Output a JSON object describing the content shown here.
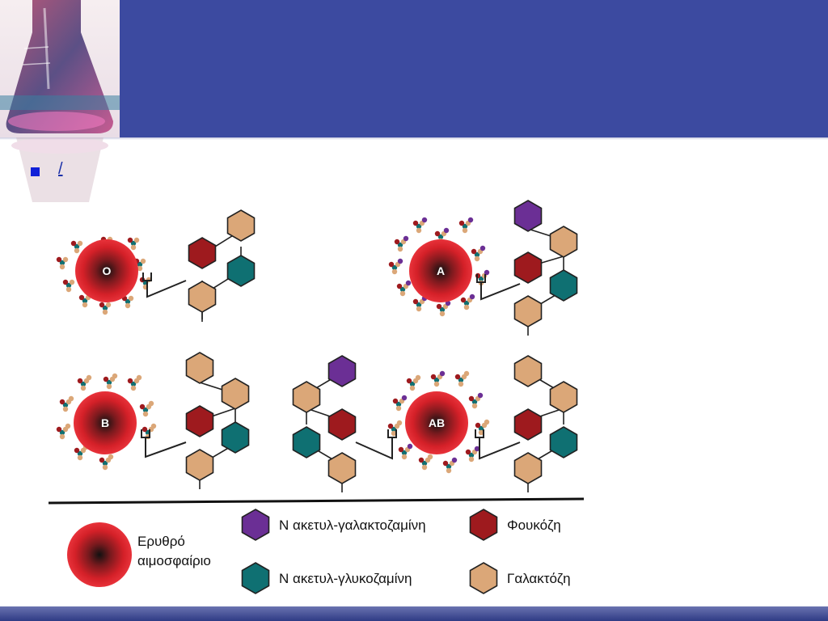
{
  "bullet": {
    "link_text": "/"
  },
  "cells": {
    "o": "O",
    "a": "A",
    "b": "B",
    "ab": "AB"
  },
  "legend": {
    "red_cell": [
      "Ερυθρό",
      "αιμοσφαίριο"
    ],
    "galnac": "N ακετυλ-γαλακτοζαμίνη",
    "glcnac": "N ακετυλ-γλυκοζαμίνη",
    "fucose": "Φουκόζη",
    "galactose": "Γαλακτόζη"
  },
  "colors": {
    "header": "#3c4aa0",
    "galnac": "#6b2f95",
    "glcnac": "#0f7072",
    "fucose": "#9e1a1e",
    "galactose": "#dba778",
    "cell": "#d42028"
  }
}
